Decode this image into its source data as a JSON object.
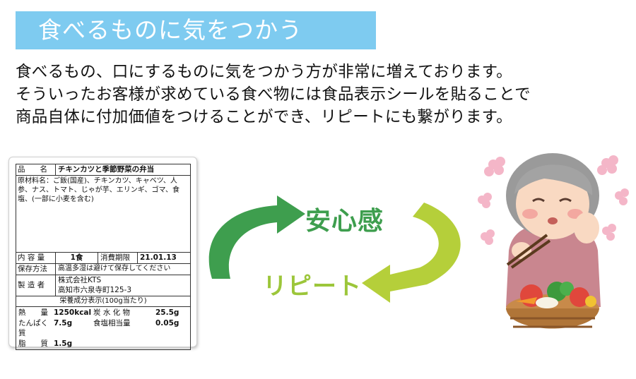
{
  "banner": {
    "title": "食べるものに気をつかう"
  },
  "intro": {
    "line1": "食べるもの、口にするものに気をつかう方が非常に増えております。",
    "line2": "そういったお客様が求めている食べ物には食品表示シールを貼ることで",
    "line3": "商品自体に付加価値をつけることができ、リピートにも繋がります。"
  },
  "label": {
    "name_key": "品　　名",
    "name_value": "チキンカツと季節野菜の弁当",
    "ingredients_text": "原材料名：ご飯(国産)、チキンカツ、キャベツ、人参、ナス、トマト、じゃが芋、エリンギ、ゴマ、食塩、(一部に小麦を含む)",
    "qty_key": "内 容 量",
    "qty_value": "1食",
    "expiry_key": "消費期限",
    "expiry_value": "21.01.13",
    "storage_key": "保存方法",
    "storage_value": "高温多湿は避けて保存してください",
    "maker_key": "製 造 者",
    "maker_line1": "株式会社KTS",
    "maker_line2": "高知市六泉寺町125-3",
    "nutrition_title": "栄養成分表示(100g当たり)",
    "energy_key": "熱　　量",
    "energy_value": "1250kcal",
    "carb_key": "炭 水 化 物",
    "carb_value": "25.5g",
    "protein_key": "たんぱく質",
    "protein_value": "7.5g",
    "salt_key": "食塩相当量",
    "salt_value": "0.05g",
    "fat_key": "脂　　質",
    "fat_value": "1.5g"
  },
  "cycle": {
    "top_text": "安心感",
    "bottom_text": "リピート"
  },
  "colors": {
    "banner": "#7ecbf0",
    "arrow_green": "#3e9e4e",
    "arrow_lime": "#b5cf3a"
  },
  "icons": {
    "illustration": "elderly-woman-eating-icon"
  }
}
